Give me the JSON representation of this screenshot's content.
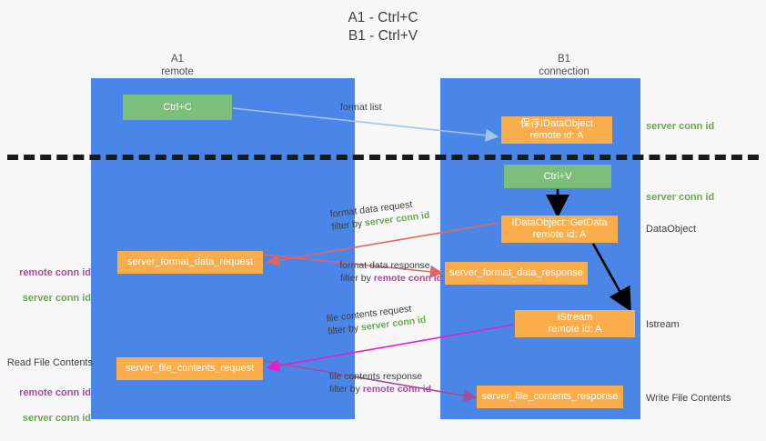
{
  "title": "A1 - Ctrl+C\nB1 - Ctrl+V",
  "lanes": {
    "a1": {
      "label": "A1\nremote"
    },
    "b1": {
      "label": "B1\nconnection"
    }
  },
  "boxes": {
    "ctrl_c": "Ctrl+C",
    "save_dataobject": "保存IDataObject\nremote id: A",
    "ctrl_v": "Ctrl+V",
    "getdata": "IDataObject::GetData\nremote id: A",
    "server_format_data_request": "server_format_data_request",
    "server_format_data_response": "server_format_data_response",
    "istream": "IStream\nremote id: A",
    "server_file_contents_request": "server_file_contents_request",
    "server_file_contents_response": "server_file_contents_response"
  },
  "edges": {
    "format_list": "format list",
    "format_data_request": {
      "line1": "format data request",
      "filter_prefix": "filter by ",
      "filter_target": "server conn id"
    },
    "format_data_response": {
      "line1": "format data response",
      "filter_prefix": "filter by ",
      "filter_target": "remote conn id"
    },
    "file_contents_request": {
      "line1": "file contents request",
      "filter_prefix": "filter by ",
      "filter_target": "server conn id"
    },
    "file_contents_response": {
      "line1": "file contents response",
      "filter_prefix": "filter by ",
      "filter_target": "remote conn id"
    }
  },
  "annotations": {
    "server_conn_id_top": "server conn id",
    "server_conn_id_mid": "server conn id",
    "dataobject": "DataObject",
    "istream": "Istream",
    "write_file_contents": "Write File Contents",
    "read_file_contents": "Read File Contents",
    "remote_conn_id": "remote conn id",
    "server_conn_id": "server conn id"
  },
  "colors": {
    "lane": "#4a86e8",
    "box_green": "#7bbf7b",
    "box_orange": "#fbad4b",
    "server_conn_id": "#6aa84f",
    "remote_conn_id": "#a64d9a",
    "arrow_blue": "#9fc5e8",
    "arrow_red": "#e06666",
    "arrow_magenta": "#e91bcb",
    "arrow_purple": "#a64d9a",
    "arrow_black": "#000000",
    "divider": "#1a1a1a",
    "background": "#f7f7f7"
  }
}
